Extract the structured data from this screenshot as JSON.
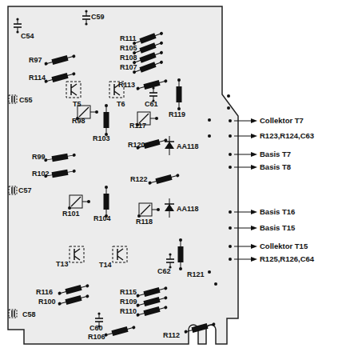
{
  "diagram": {
    "labels": [
      "C54",
      "C59",
      "R111",
      "R105",
      "R108",
      "R107",
      "R97",
      "R114",
      "R113",
      "C55",
      "T5",
      "T6",
      "C61",
      "R119",
      "R98",
      "R103",
      "R117",
      "R120",
      "AA118",
      "R99",
      "R102",
      "R122",
      "C57",
      "R101",
      "R104",
      "R118",
      "AA118",
      "T13",
      "T14",
      "C62",
      "R121",
      "R116",
      "R100",
      "R115",
      "R109",
      "R110",
      "R112",
      "C58",
      "C60",
      "R106",
      "Collektor T7",
      "R123,R124,C63",
      "Basis T7",
      "Basis T8",
      "Basis T16",
      "Basis T15",
      "Collektor T15",
      "R125,R126,C64"
    ]
  }
}
